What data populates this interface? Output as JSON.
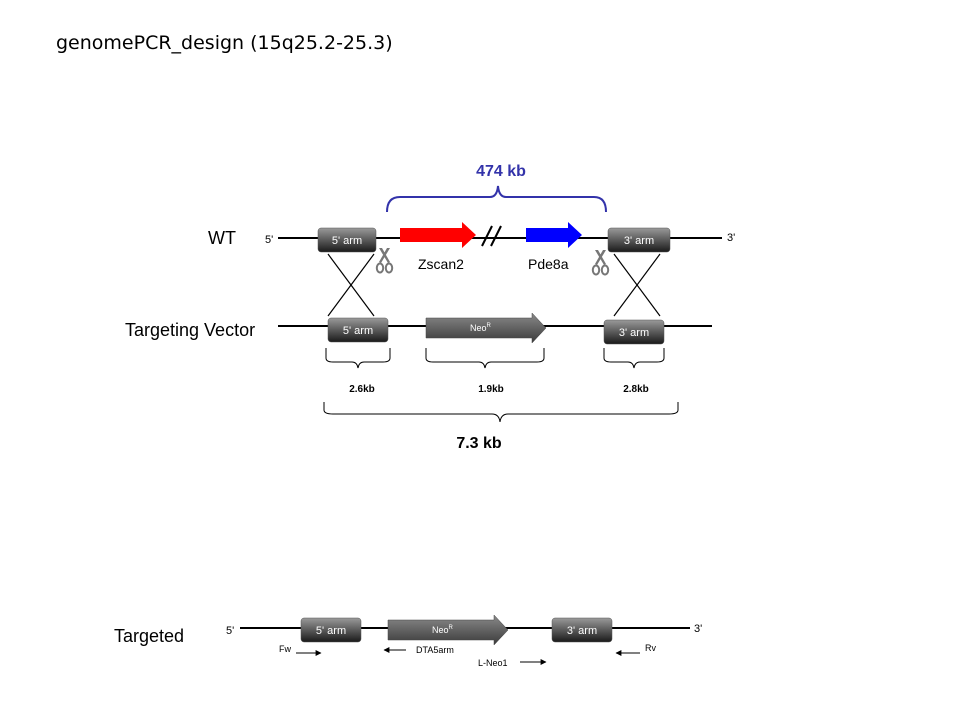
{
  "title": "genomePCR_design (15q25.2-25.3)",
  "wt": {
    "label": "WT",
    "end5": "5'",
    "end3": "3'",
    "arm5": "5' arm",
    "arm3": "3' arm",
    "gene1": "Zscan2",
    "gene2": "Pde8a",
    "span_label": "474 kb"
  },
  "vector": {
    "label": "Targeting Vector",
    "arm5": "5' arm",
    "neo": "Neo",
    "neo_sup": "R",
    "arm3": "3' arm",
    "size_arm5": "2.6kb",
    "size_neo": "1.9kb",
    "size_arm3": "2.8kb",
    "total": "7.3 kb"
  },
  "targeted": {
    "label": "Targeted",
    "end5": "5'",
    "end3": "3'",
    "arm5": "5' arm",
    "neo": "Neo",
    "neo_sup": "R",
    "arm3": "3' arm",
    "primers": {
      "fw": "Fw",
      "dta5arm": "DTA5arm",
      "lneo1": "L-Neo1",
      "rv": "Rv"
    }
  },
  "colors": {
    "gene1": "#ff0000",
    "gene2": "#0000ff",
    "bracket_span": "#3333aa",
    "arm_top": "#9a9a9a",
    "arm_bottom": "#1a1a1a"
  },
  "icons": [
    "scissors-icon"
  ]
}
